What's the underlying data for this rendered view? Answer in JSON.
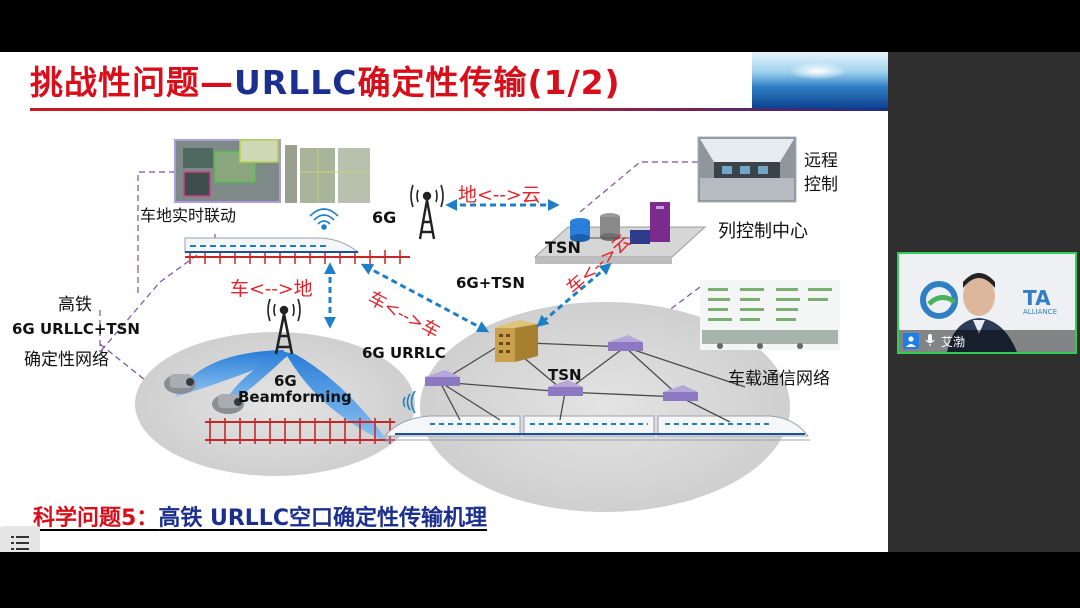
{
  "slide": {
    "title_part1": "挑战性问题—",
    "title_part2": "URLLC",
    "title_part3": "确定性传输(1/2)",
    "labels": {
      "veh_ground_link": "车地实时联动",
      "sixg": "6G",
      "ground_cloud": "地<-->云",
      "remote_ctrl_line1": "远程",
      "remote_ctrl_line2": "控制",
      "tsn_top": "TSN",
      "train_control_center": "列控制中心",
      "veh_ground": "车<-->地",
      "sixg_tsn": "6G+TSN",
      "veh_cloud": "车<-->云",
      "veh_veh": "车<-->车",
      "hsr_line1": "高铁",
      "hsr_line2": "6G URLLC+TSN",
      "hsr_line3": "确定性网络",
      "sixg_urrlc": "6G URRLC",
      "tsn_mid": "TSN",
      "sixg_beam1": "6G",
      "sixg_beam2": "Beamforming",
      "onboard_network": "车载通信网络"
    },
    "science_part1": "科学问题5：",
    "science_part2": "高铁 URLLC空口确定性传输机理"
  },
  "video": {
    "user_name": "艾渤",
    "logo_text": "TA",
    "logo_sub": "ALLIANCE"
  },
  "icons": {
    "menu": "menu-list-icon",
    "user": "user-icon",
    "mic": "microphone-icon"
  },
  "colors": {
    "title_red": "#d80f1a",
    "title_blue": "#1b2f8f",
    "arrow_blue": "#1e7fc8",
    "label_red": "#e2232b",
    "video_border": "#2fcf56"
  }
}
